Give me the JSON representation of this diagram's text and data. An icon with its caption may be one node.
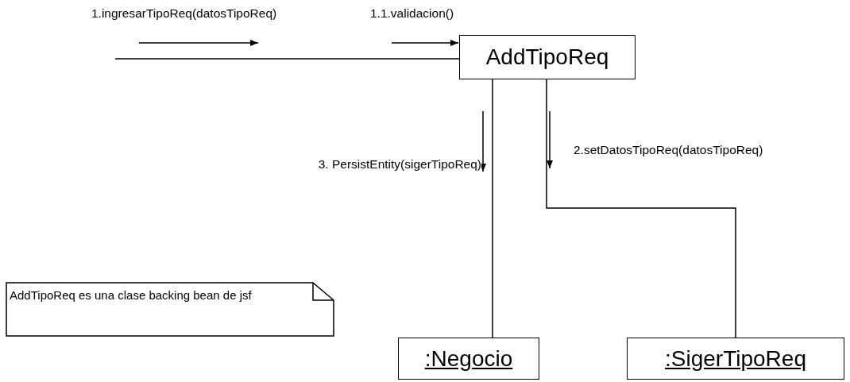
{
  "diagram": {
    "nodes": [
      {
        "text": [
          "AddTipoReq"
        ]
      },
      {
        "text": [
          ":Negocio"
        ]
      },
      {
        "text": [
          ":SigerTipoReq"
        ]
      },
      {
        "text": [
          "AddTipoReq es una clase backing bean de jsf"
        ]
      }
    ],
    "edges": [
      {
        "from": null,
        "to": 0,
        "arrow": "none",
        "label": "1.ingresarTipoReq(datosTipoReq)"
      },
      {
        "from": 0,
        "to": 1,
        "arrow": "none",
        "label": "3. PersistEntity(sigerTipoReq)"
      },
      {
        "from": 0,
        "to": 2,
        "arrow": "none",
        "label": "2.setDatosTipoReq(datosTipoReq)"
      }
    ],
    "labels": [
      "1.1.validacion()"
    ]
  }
}
